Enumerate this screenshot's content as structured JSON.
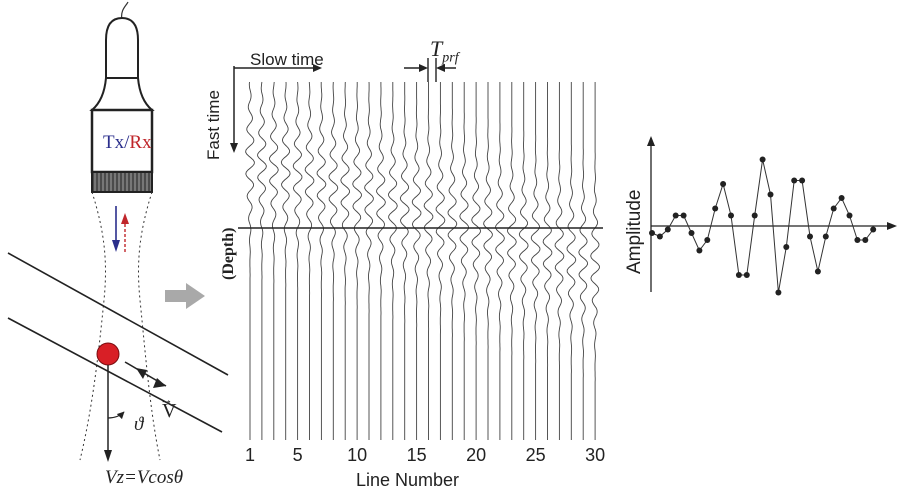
{
  "transducer": {
    "tx_label": "Tx/",
    "rx_label": "Rx"
  },
  "vessel": {
    "velocity_label": "V",
    "angle_label": "ϑ",
    "vz_formula": "Vz=Vcosθ"
  },
  "ensemble": {
    "slow_time_label": "Slow time",
    "fast_time_label": "Fast time",
    "depth_label": "(Depth)",
    "tprf_label": "T",
    "tprf_sub": "prf",
    "line_count": 30,
    "tick_labels": [
      "1",
      "5",
      "10",
      "15",
      "20",
      "25",
      "30"
    ],
    "xlabel": "Line Number"
  },
  "signal": {
    "ylabel": "Amplitude",
    "samples": [
      -0.1,
      -0.15,
      -0.05,
      0.15,
      0.15,
      -0.1,
      -0.35,
      -0.2,
      0.25,
      0.6,
      0.15,
      -0.7,
      -0.7,
      0.15,
      0.95,
      0.45,
      -0.95,
      -0.3,
      0.65,
      0.65,
      -0.15,
      -0.65,
      -0.15,
      0.25,
      0.4,
      0.15,
      -0.2,
      -0.2,
      -0.05
    ]
  },
  "colors": {
    "tx": "#2b2f8c",
    "rx": "#c0262b",
    "scatterer": "#d81f26",
    "arrow_fill": "#a9a9a9"
  }
}
